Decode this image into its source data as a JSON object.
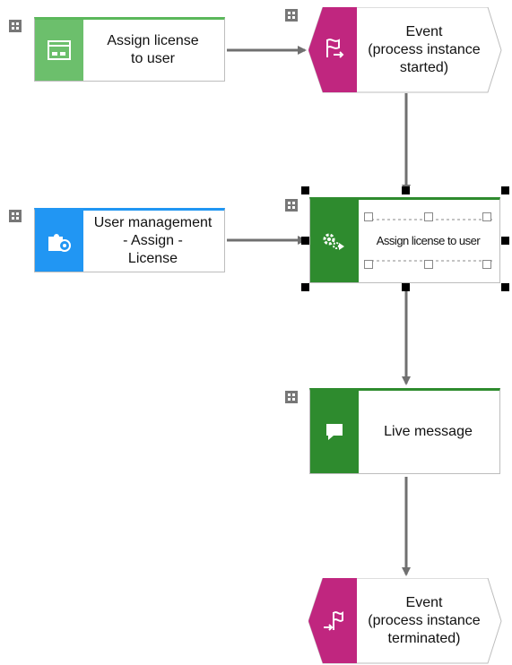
{
  "diagram": {
    "nodes": {
      "assign_license_ui": {
        "label": "Assign license\nto user",
        "color": "#6cbf6c",
        "icon": "window-form-icon"
      },
      "event_started": {
        "label": "Event\n(process instance\nstarted)",
        "color": "#c0267f",
        "icon": "flag-start-icon"
      },
      "user_management": {
        "label": "User management\n- Assign -\nLicense",
        "color": "#2196f3",
        "icon": "puzzle-gear-icon"
      },
      "assign_license_task": {
        "label": "Assign license to user",
        "color": "#2e8b2e",
        "icon": "gears-arrow-icon"
      },
      "live_message": {
        "label": "Live message",
        "color": "#2e8b2e",
        "icon": "speech-bubble-icon"
      },
      "event_terminated": {
        "label": "Event\n(process instance\nterminated)",
        "color": "#c0267f",
        "icon": "flag-end-icon"
      }
    },
    "edge_color": "#707070"
  }
}
